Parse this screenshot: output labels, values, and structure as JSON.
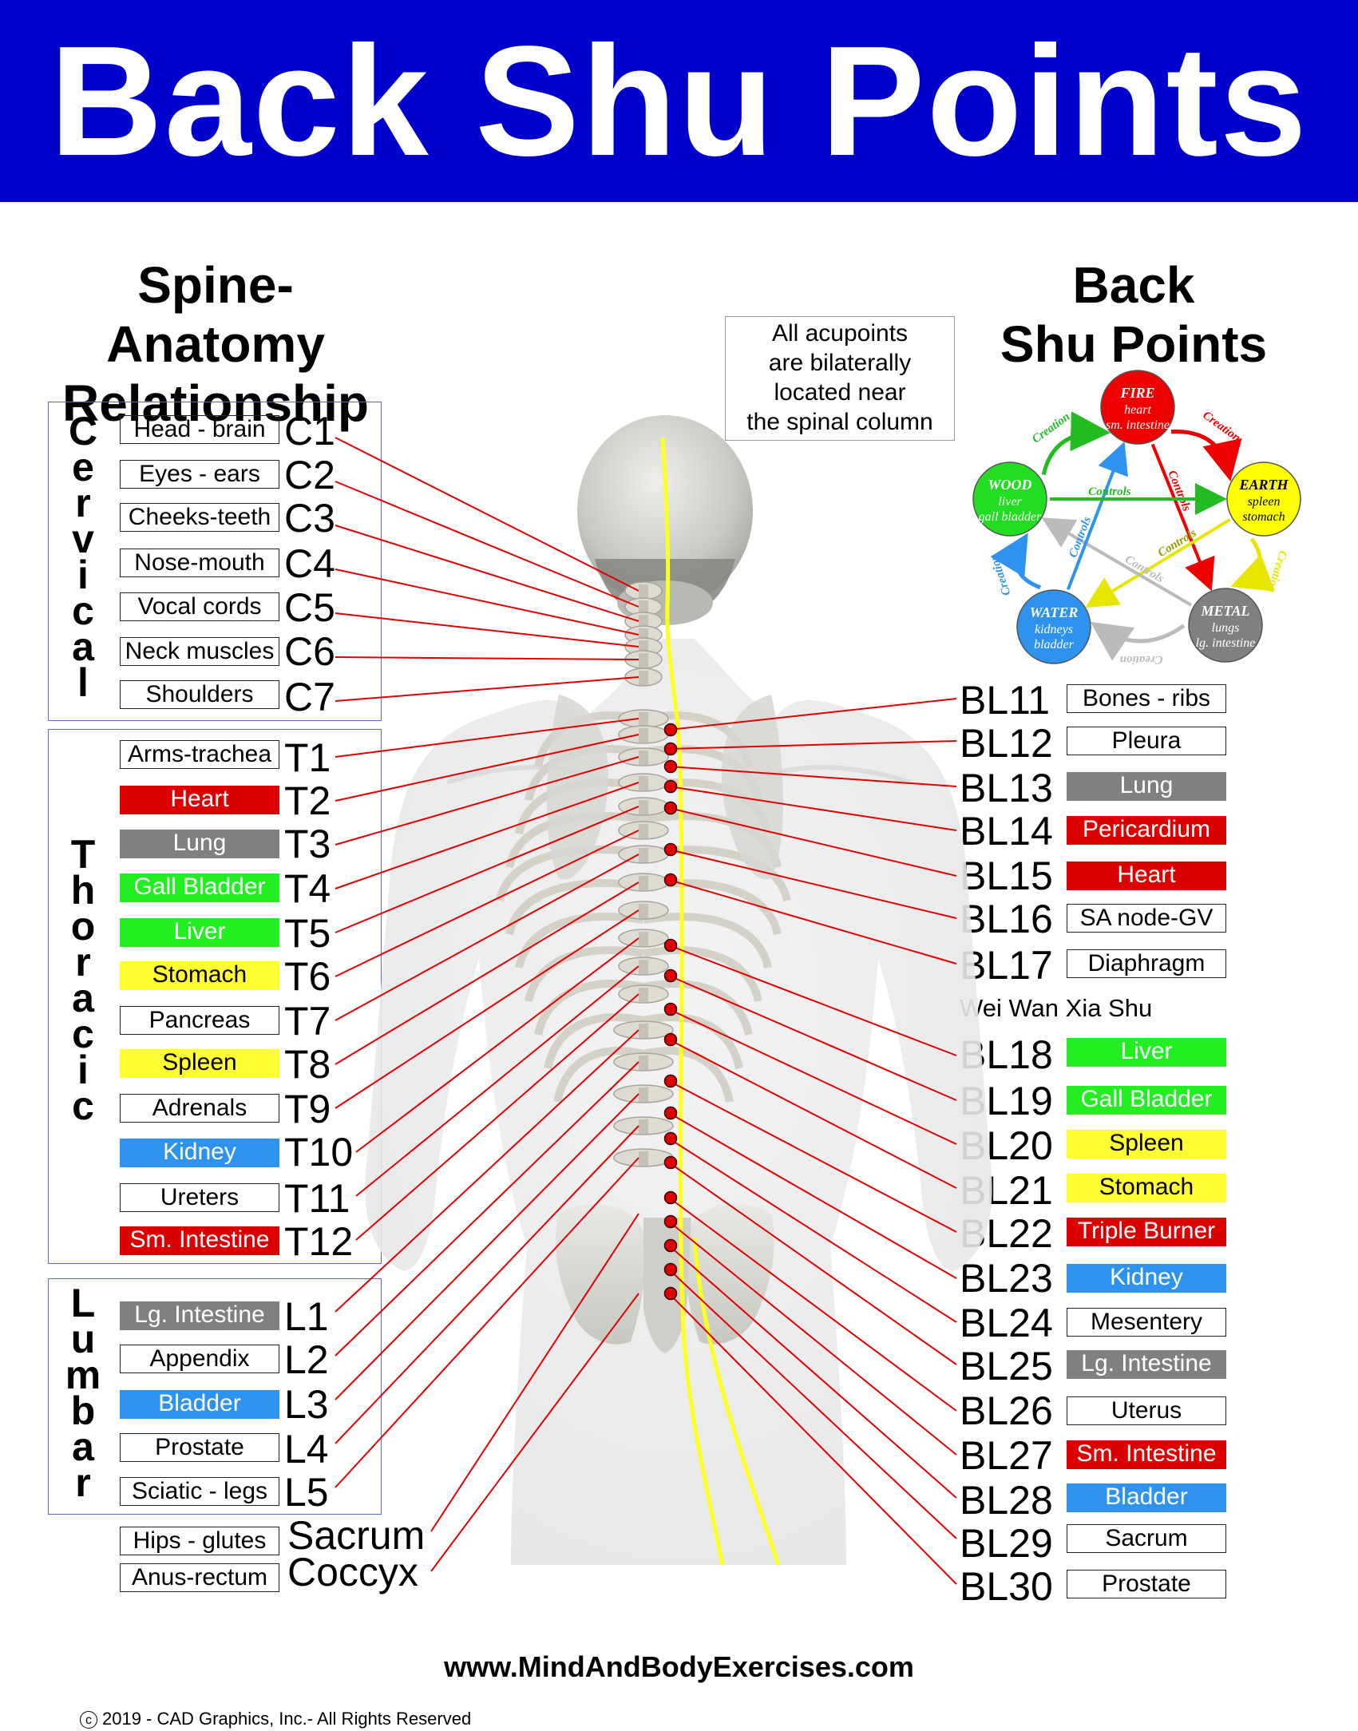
{
  "title": "Back Shu Points",
  "left_heading": [
    "Spine-Anatomy",
    "Relationship"
  ],
  "right_heading": [
    "Back",
    "Shu Points"
  ],
  "note": [
    "All acupoints",
    "are bilaterally",
    "located near",
    "the spinal column"
  ],
  "groups": [
    {
      "name": "Cervical",
      "letters": [
        "C",
        "e",
        "r",
        "v",
        "i",
        "c",
        "a",
        "l"
      ]
    },
    {
      "name": "Thoracic",
      "letters": [
        "T",
        "h",
        "o",
        "r",
        "a",
        "c",
        "i",
        "c"
      ]
    },
    {
      "name": "Lumbar",
      "letters": [
        "L",
        "u",
        "m",
        "b",
        "a",
        "r"
      ]
    }
  ],
  "vertebrae": [
    {
      "code": "C1",
      "label": "Head - brain",
      "color": ""
    },
    {
      "code": "C2",
      "label": "Eyes - ears",
      "color": ""
    },
    {
      "code": "C3",
      "label": "Cheeks-teeth",
      "color": ""
    },
    {
      "code": "C4",
      "label": "Nose-mouth",
      "color": ""
    },
    {
      "code": "C5",
      "label": "Vocal cords",
      "color": ""
    },
    {
      "code": "C6",
      "label": "Neck muscles",
      "color": ""
    },
    {
      "code": "C7",
      "label": "Shoulders",
      "color": ""
    },
    {
      "code": "T1",
      "label": "Arms-trachea",
      "color": ""
    },
    {
      "code": "T2",
      "label": "Heart",
      "color": "#dd0000"
    },
    {
      "code": "T3",
      "label": "Lung",
      "color": "#808080"
    },
    {
      "code": "T4",
      "label": "Gall Bladder",
      "color": "#22ee22"
    },
    {
      "code": "T5",
      "label": "Liver",
      "color": "#22ee22"
    },
    {
      "code": "T6",
      "label": "Stomach",
      "color": "#ffff33"
    },
    {
      "code": "T7",
      "label": "Pancreas",
      "color": ""
    },
    {
      "code": "T8",
      "label": "Spleen",
      "color": "#ffff33"
    },
    {
      "code": "T9",
      "label": "Adrenals",
      "color": ""
    },
    {
      "code": "T10",
      "label": "Kidney",
      "color": "#2e93ee"
    },
    {
      "code": "T11",
      "label": "Ureters",
      "color": ""
    },
    {
      "code": "T12",
      "label": "Sm. Intestine",
      "color": "#dd0000"
    },
    {
      "code": "L1",
      "label": "Lg. Intestine",
      "color": "#808080"
    },
    {
      "code": "L2",
      "label": "Appendix",
      "color": ""
    },
    {
      "code": "L3",
      "label": "Bladder",
      "color": "#2e93ee"
    },
    {
      "code": "L4",
      "label": "Prostate",
      "color": ""
    },
    {
      "code": "L5",
      "label": "Sciatic - legs",
      "color": ""
    },
    {
      "code": "Sacrum",
      "label": "Hips - glutes",
      "color": ""
    },
    {
      "code": "Coccyx",
      "label": "Anus-rectum",
      "color": ""
    }
  ],
  "shu_points": [
    {
      "code": "BL11",
      "label": "Bones - ribs",
      "color": ""
    },
    {
      "code": "BL12",
      "label": "Pleura",
      "color": ""
    },
    {
      "code": "BL13",
      "label": "Lung",
      "color": "#808080"
    },
    {
      "code": "BL14",
      "label": "Pericardium",
      "color": "#dd0000"
    },
    {
      "code": "BL15",
      "label": "Heart",
      "color": "#dd0000"
    },
    {
      "code": "BL16",
      "label": "SA node-GV",
      "color": ""
    },
    {
      "code": "BL17",
      "label": "Diaphragm",
      "color": ""
    },
    {
      "code": "BL18",
      "label": "Liver",
      "color": "#22ee22"
    },
    {
      "code": "BL19",
      "label": "Gall Bladder",
      "color": "#22ee22"
    },
    {
      "code": "BL20",
      "label": "Spleen",
      "color": "#ffff33"
    },
    {
      "code": "BL21",
      "label": "Stomach",
      "color": "#ffff33"
    },
    {
      "code": "BL22",
      "label": "Triple Burner",
      "color": "#dd0000"
    },
    {
      "code": "BL23",
      "label": "Kidney",
      "color": "#2e93ee"
    },
    {
      "code": "BL24",
      "label": "Mesentery",
      "color": ""
    },
    {
      "code": "BL25",
      "label": "Lg. Intestine",
      "color": "#808080"
    },
    {
      "code": "BL26",
      "label": "Uterus",
      "color": ""
    },
    {
      "code": "BL27",
      "label": "Sm. Intestine",
      "color": "#dd0000"
    },
    {
      "code": "BL28",
      "label": "Bladder",
      "color": "#2e93ee"
    },
    {
      "code": "BL29",
      "label": "Sacrum",
      "color": ""
    },
    {
      "code": "BL30",
      "label": "Prostate",
      "color": ""
    }
  ],
  "extra_point": "Wei Wan Xia Shu",
  "five_elements": {
    "fire": {
      "name": "FIRE",
      "organs": [
        "heart",
        "sm. intestine"
      ],
      "color": "#ee0000"
    },
    "earth": {
      "name": "EARTH",
      "organs": [
        "spleen",
        "stomach"
      ],
      "color": "#ffff00"
    },
    "metal": {
      "name": "METAL",
      "organs": [
        "lungs",
        "lg. intestine"
      ],
      "color": "#808080"
    },
    "water": {
      "name": "WATER",
      "organs": [
        "kidneys",
        "bladder"
      ],
      "color": "#2e93ee"
    },
    "wood": {
      "name": "WOOD",
      "organs": [
        "liver",
        "gall bladder"
      ],
      "color": "#22dd22"
    },
    "creation_label": "Creation",
    "controls_label": "Controls"
  },
  "footer_url": "www.MindAndBodyExercises.com",
  "copyright": "2019 - CAD Graphics, Inc.- All Rights Reserved",
  "copyright_symbol": "c"
}
